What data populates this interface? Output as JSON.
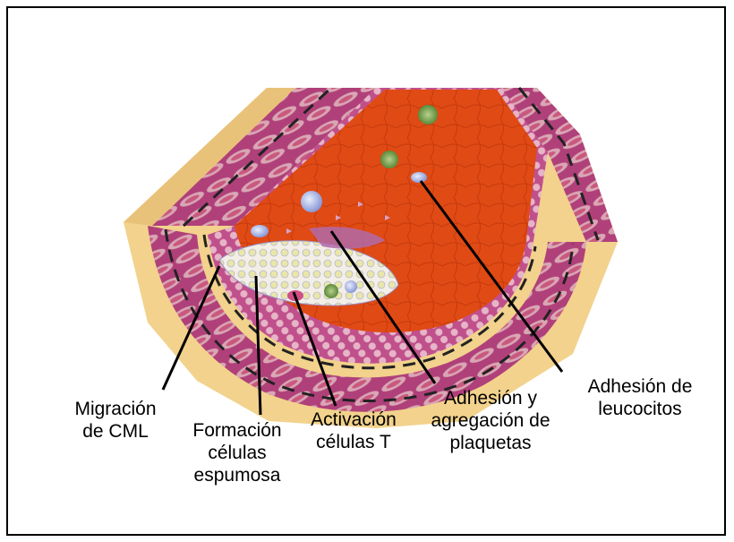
{
  "labels": {
    "migration": "Migración\nde CML",
    "foam_cells": "Formación\ncélulas\nespumosa",
    "t_cells": "Activación\ncélulas T",
    "platelets": "Adhesión y\nagregación de\nplaquetas",
    "leukocytes": "Adhesión de\nleucocitos"
  }
}
